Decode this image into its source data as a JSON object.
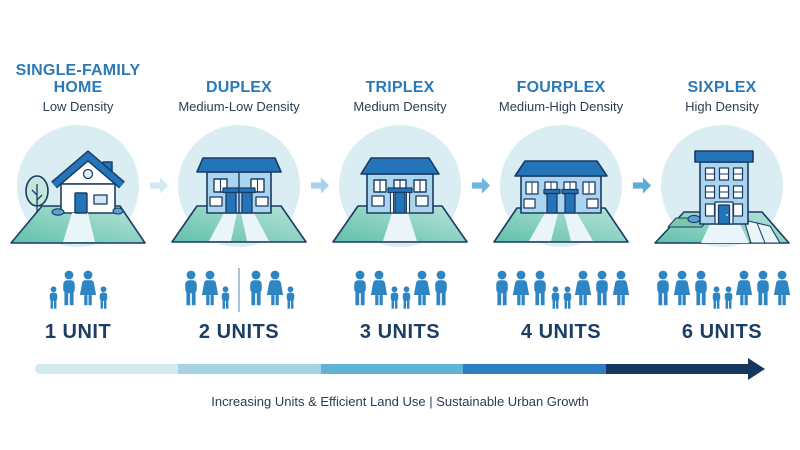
{
  "page": {
    "caption": "Increasing Units & Efficient Land Use |  Sustainable Urban Growth"
  },
  "colors": {
    "heading": "#2b7ab8",
    "subtitle_text": "#2c3e50",
    "unit_text": "#1c3e63",
    "person": "#2e85c3",
    "circle_bg": "#d9edf2",
    "roof_blue": "#2374b9",
    "wall_blue": "#abd4ee",
    "outline_navy": "#1b3b63",
    "lawn_teal": "#6cc5b0"
  },
  "columns": [
    {
      "id": "single-family-home",
      "title": "SINGLE-FAMILY HOME",
      "density": "Low Density",
      "units": "1 UNIT",
      "house": "single-family",
      "people": [
        "child",
        "man",
        "woman",
        "child"
      ]
    },
    {
      "id": "duplex",
      "title": "DUPLEX",
      "density": "Medium-Low Density",
      "units": "2 UNITS",
      "house": "duplex",
      "people": [
        "man",
        "woman",
        "child",
        "divider",
        "man",
        "woman",
        "child"
      ]
    },
    {
      "id": "triplex",
      "title": "TRIPLEX",
      "density": "Medium Density",
      "units": "3 UNITS",
      "house": "triplex",
      "people": [
        "man",
        "woman",
        "child",
        "child",
        "woman",
        "man"
      ]
    },
    {
      "id": "fourplex",
      "title": "FOURPLEX",
      "density": "Medium-High Density",
      "units": "4 UNITS",
      "house": "fourplex",
      "people": [
        "man",
        "woman",
        "man",
        "child",
        "child",
        "woman",
        "man",
        "woman"
      ]
    },
    {
      "id": "sixplex",
      "title": "SIXPLEX",
      "density": "High Density",
      "units": "6 UNITS",
      "house": "sixplex",
      "people": [
        "man",
        "woman",
        "man",
        "child",
        "child",
        "woman",
        "man",
        "woman"
      ]
    }
  ],
  "flow_arrows": [
    "#d5e9f5",
    "#a9d3ec",
    "#6fb5de",
    "#5facd9"
  ],
  "progress_arrow": {
    "segments": [
      "#d3e9ee",
      "#a6d3e2",
      "#5fb3d5",
      "#2d7fc2",
      "#15395e"
    ],
    "head_color": "#15395e"
  }
}
